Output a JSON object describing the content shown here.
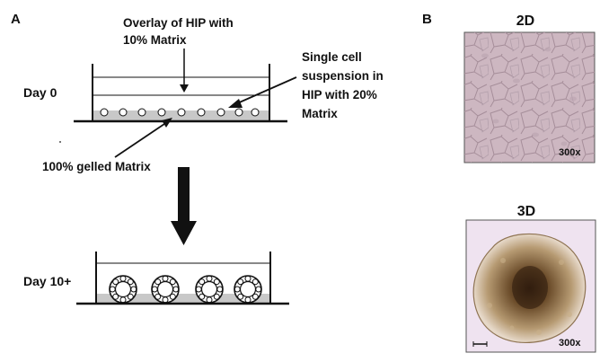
{
  "panel_a": {
    "letter": "A",
    "day0_label": "Day 0",
    "day10_label": "Day 10+",
    "overlay_line1": "Overlay of HIP with",
    "overlay_line2": "10% Matrix",
    "suspension_line1": "Single cell",
    "suspension_line2": "suspension in",
    "suspension_line3": "HIP with 20%",
    "suspension_line4": "Matrix",
    "gelled_label": "100% gelled Matrix"
  },
  "panel_b": {
    "letter": "B",
    "top_title": "2D",
    "top_magnification": "300x",
    "bottom_title": "3D",
    "bottom_magnification": "300x"
  },
  "colors": {
    "outline": "#111111",
    "gel_gray": "#c8c8c8",
    "micro_2d_bg": "#cdb7c1",
    "micro_3d_bg": "#efe3f0",
    "organoid": "#7a6040"
  }
}
